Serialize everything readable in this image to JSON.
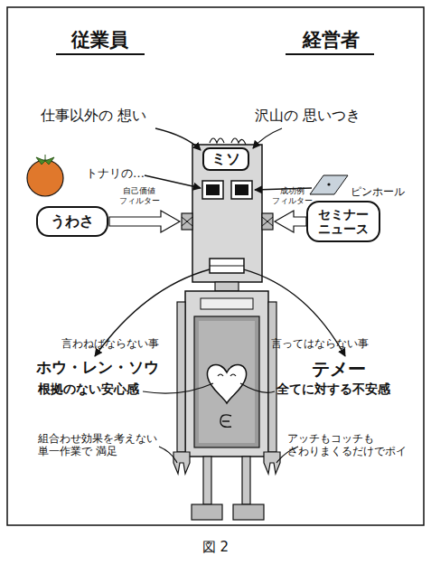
{
  "diagram": {
    "caption": "図 2",
    "nodes": [
      {
        "text": [
          "ミソ"
        ]
      },
      {
        "text": [
          "うわさ"
        ]
      },
      {
        "text": [
          "セミナー ニュース"
        ]
      }
    ],
    "labels": [
      "従業員",
      "経営者",
      "仕事以外の 想い",
      "沢山の 思いつき",
      "トナリの…",
      "ピンホール",
      "自己価値 フィルター",
      "成功例 フィルター",
      "言わねばならない事",
      "言ってはならない事",
      "ホウ・レン・ソウ",
      "テメー",
      "根拠のない安心感",
      "全てに対する不安感",
      "組合わせ効果を考えない 単一作業で 満足",
      "アッチもコッチも さわりまくるだけでポイ"
    ]
  }
}
